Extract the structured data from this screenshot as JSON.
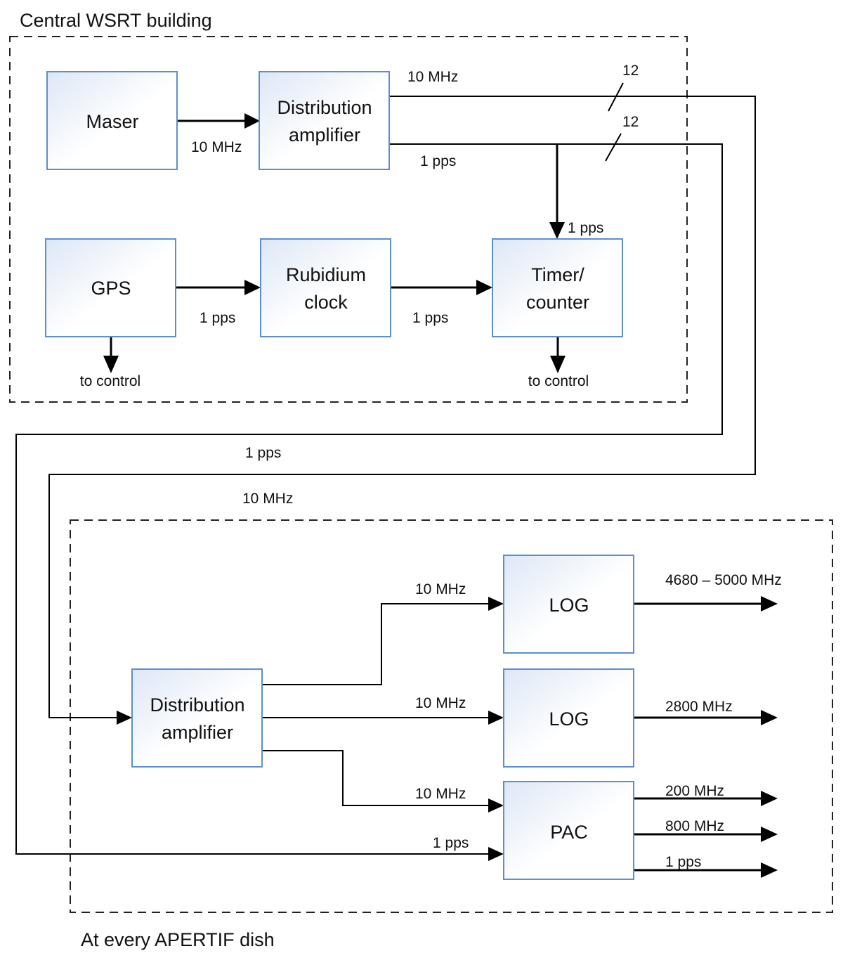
{
  "regions": {
    "central": "Central WSRT building",
    "dish": "At every APERTIF dish"
  },
  "blocks": {
    "maser": "Maser",
    "dist_amp_top": [
      "Distribution",
      "amplifier"
    ],
    "gps": "GPS",
    "rubidium": [
      "Rubidium",
      "clock"
    ],
    "timer": [
      "Timer/",
      "counter"
    ],
    "dist_amp_bottom": [
      "Distribution",
      "amplifier"
    ],
    "log1": "LOG",
    "log2": "LOG",
    "pac": "PAC"
  },
  "signals": {
    "maser_out": "10 MHz",
    "top_10mhz": "10 MHz",
    "top_1pps": "1 pps",
    "bus_count_a": "12",
    "bus_count_b": "12",
    "timer_in": "1 pps",
    "gps_out": "1 pps",
    "rb_out": "1 pps",
    "gps_to_control": "to control",
    "timer_to_control": "to control",
    "link_1pps": "1 pps",
    "link_10mhz": "10 MHz",
    "log1_in": "10 MHz",
    "log2_in": "10 MHz",
    "pac_10mhz_in": "10 MHz",
    "pac_1pps_in": "1 pps",
    "log1_out": "4680 – 5000 MHz",
    "log2_out": "2800 MHz",
    "pac_out_200": "200 MHz",
    "pac_out_800": "800 MHz",
    "pac_out_1pps": "1 pps"
  },
  "colors": {
    "box_border": "#5b8fd0",
    "box_fill_light": "#ffffff",
    "box_fill_tint": "#dde7f5",
    "line": "#000000"
  }
}
